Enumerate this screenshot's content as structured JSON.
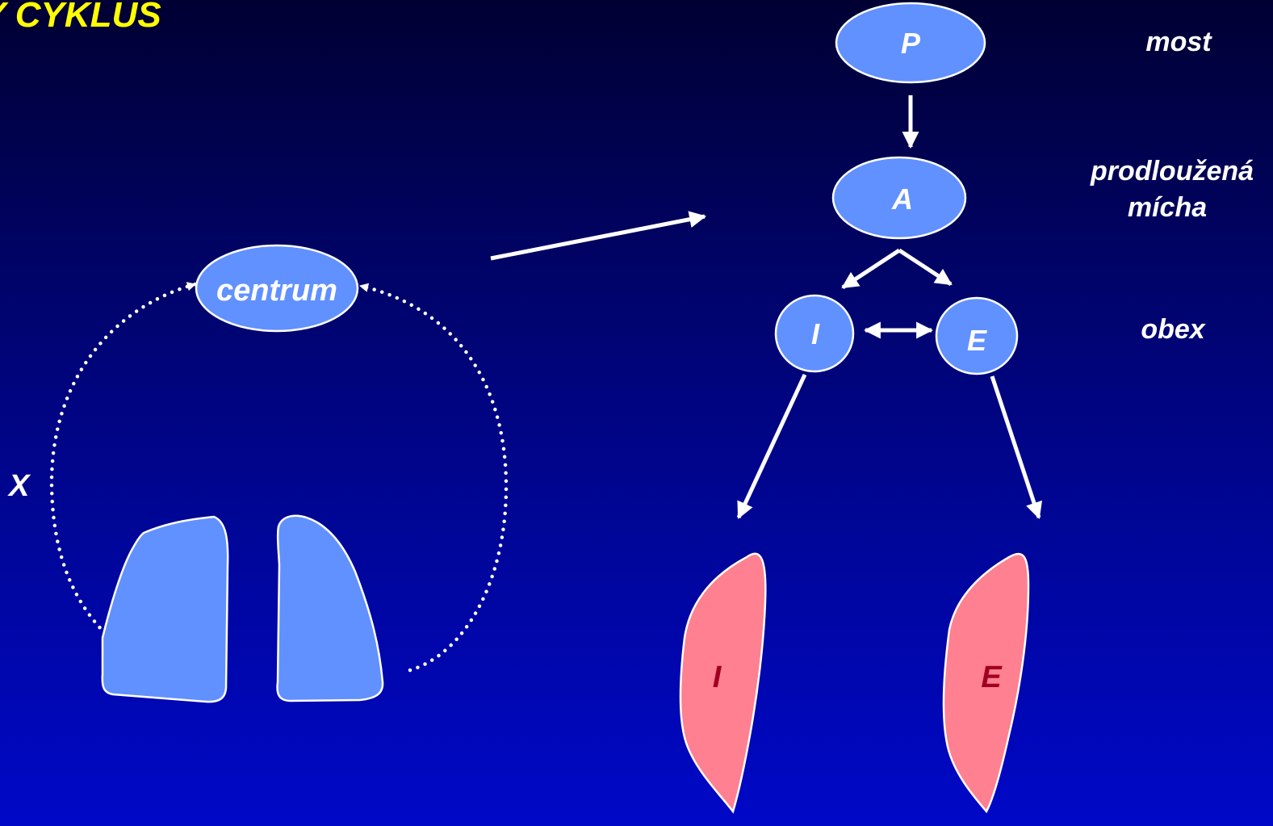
{
  "title": "Y CYKLUS",
  "left_diagram": {
    "center_label": "centrum",
    "x_label": "X"
  },
  "right_diagram": {
    "nodes": {
      "p": "P",
      "a": "A",
      "i": "I",
      "e": "E"
    },
    "level_labels": {
      "most": "most",
      "medulla_line1": "prodloužená",
      "medulla_line2": "mícha",
      "obex": "obex"
    },
    "muscles": {
      "i": "I",
      "e": "E"
    }
  },
  "colors": {
    "title": "#ffff00",
    "node_fill": "#6191ff",
    "muscle_fill": "#ff8090",
    "muscle_text": "#a00020",
    "lines": "#ffffff"
  }
}
